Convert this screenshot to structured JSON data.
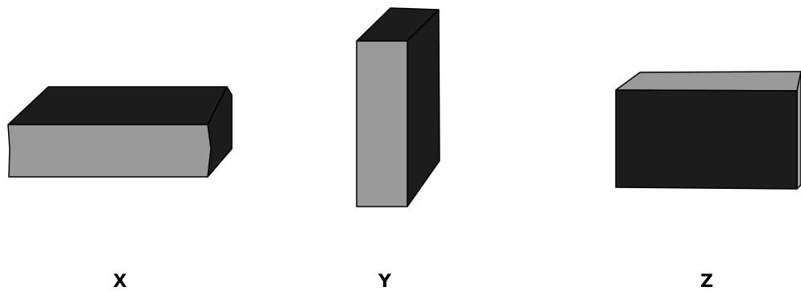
{
  "colors": {
    "dark_face": "#1c1c1c",
    "light_face": "#9a9a9a",
    "outline": "#000000",
    "background": "#ffffff"
  },
  "blocks": [
    {
      "id": "x",
      "label": "X",
      "orientation": "lying-flat"
    },
    {
      "id": "y",
      "label": "Y",
      "orientation": "standing-upright"
    },
    {
      "id": "z",
      "label": "Z",
      "orientation": "front-facing"
    }
  ]
}
